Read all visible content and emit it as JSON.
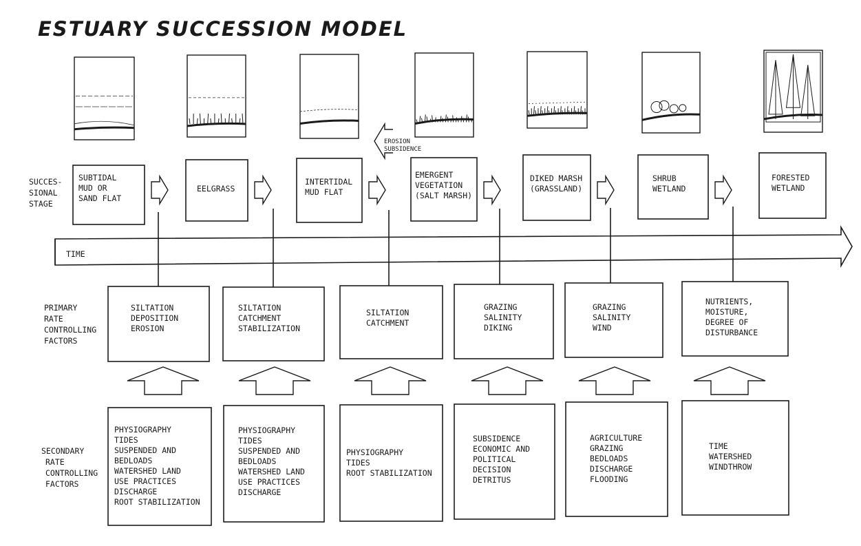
{
  "title": "ESTUARY SUCCESSION MODEL",
  "row_labels": {
    "successional": [
      "SUCCES-",
      "SIONAL",
      "STAGE"
    ],
    "time": "TIME",
    "primary": [
      "PRIMARY",
      "RATE",
      "CONTROLLING",
      "FACTORS"
    ],
    "secondary": [
      "SECONDARY",
      "RATE",
      "CONTROLLING",
      "FACTORS"
    ]
  },
  "erosion_note": [
    "EROSION",
    "SUBSIDENCE"
  ],
  "stages": [
    {
      "name": [
        "SUBTIDAL",
        "MUD OR",
        "SAND FLAT"
      ],
      "illustration": "subtidal-flat-illustration",
      "primary": [
        "SILTATION",
        "DEPOSITION",
        "EROSION"
      ],
      "secondary": [
        "PHYSIOGRAPHY",
        "TIDES",
        "SUSPENDED AND",
        "BEDLOADS",
        "WATERSHED LAND",
        " USE PRACTICES",
        "DISCHARGE",
        "ROOT STABILIZATION"
      ]
    },
    {
      "name": [
        "EELGRASS"
      ],
      "illustration": "eelgrass-illustration",
      "primary": [
        "SILTATION",
        "CATCHMENT",
        "STABILIZATION"
      ],
      "secondary": [
        "PHYSIOGRAPHY",
        "TIDES",
        "SUSPENDED AND",
        " BEDLOADS",
        "WATERSHED LAND",
        " USE PRACTICES",
        "DISCHARGE"
      ]
    },
    {
      "name": [
        "INTERTIDAL",
        "MUD FLAT"
      ],
      "illustration": "intertidal-mudflat-illustration",
      "primary": [
        "SILTATION",
        "CATCHMENT"
      ],
      "secondary": [
        "PHYSIOGRAPHY",
        "TIDES",
        "ROOT STABILIZATION"
      ]
    },
    {
      "name": [
        "EMERGENT",
        "VEGETATION",
        "(SALT MARSH)"
      ],
      "illustration": "salt-marsh-illustration",
      "primary": [
        "GRAZING",
        "SALINITY",
        "DIKING"
      ],
      "secondary": [
        "SUBSIDENCE",
        "ECONOMIC AND",
        " POLITICAL",
        " DECISION",
        "DETRITUS"
      ]
    },
    {
      "name": [
        "DIKED MARSH",
        "(GRASSLAND)"
      ],
      "illustration": "diked-marsh-illustration",
      "primary": [
        "GRAZING",
        "SALINITY",
        "WIND"
      ],
      "secondary": [
        "AGRICULTURE",
        "GRAZING",
        "BEDLOADS",
        "DISCHARGE",
        "FLOODING"
      ]
    },
    {
      "name": [
        "SHRUB",
        "WETLAND"
      ],
      "illustration": "shrub-wetland-illustration",
      "primary": [
        "NUTRIENTS,",
        "MOISTURE,",
        "DEGREE OF",
        "DISTURBANCE"
      ],
      "secondary": [
        "TIME",
        "WATERSHED",
        " WINDTHROW"
      ]
    },
    {
      "name": [
        "FORESTED",
        "WETLAND"
      ],
      "illustration": "forested-wetland-illustration"
    }
  ]
}
